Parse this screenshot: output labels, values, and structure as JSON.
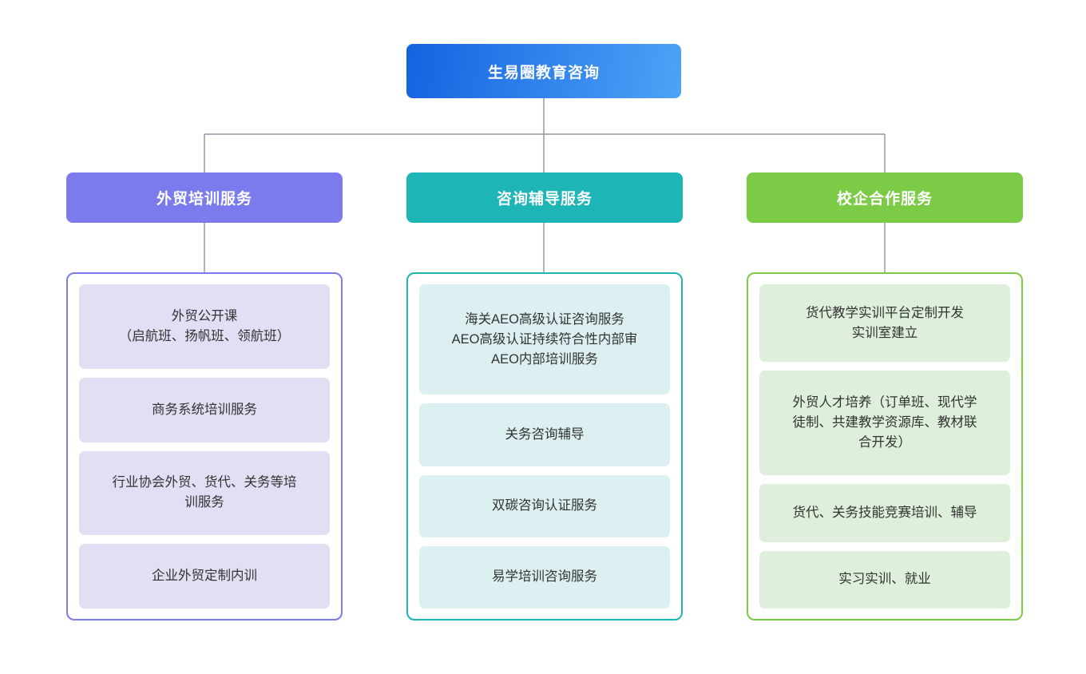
{
  "diagram": {
    "type": "organizational-tree",
    "background": "#ffffff",
    "connector_color": "#8a95a5",
    "root": {
      "label": "生易圈教育咨询",
      "gradient_from": "#1562E0",
      "gradient_to": "#4DA3F7",
      "text_color": "#ffffff"
    },
    "branches": [
      {
        "id": "waimao-peixun",
        "label": "外贸培训服务",
        "header_color": "#7B7BEE",
        "border_color": "#7B7BEE",
        "card_color": "#E2DEF4",
        "text_color": "#333333",
        "items": [
          "外贸公开课\n（启航班、扬帆班、领航班）",
          "商务系统培训服务",
          "行业协会外贸、货代、关务等培\n训服务",
          "企业外贸定制内训"
        ]
      },
      {
        "id": "zixun-fudao",
        "label": "咨询辅导服务",
        "header_color": "#1DB5B5",
        "border_color": "#1DB5B5",
        "card_color": "#DCF0F1",
        "text_color": "#333333",
        "items": [
          "海关AEO高级认证咨询服务\nAEO高级认证持续符合性内部审\nAEO内部培训服务",
          "关务咨询辅导",
          "双碳咨询认证服务",
          "易学培训咨询服务"
        ]
      },
      {
        "id": "xiaoqi-hezuo",
        "label": "校企合作服务",
        "header_color": "#7CCB47",
        "border_color": "#7CCB47",
        "card_color": "#DEEFDB",
        "text_color": "#333333",
        "items": [
          "货代教学实训平台定制开发\n实训室建立",
          "外贸人才培养（订单班、现代学\n徒制、共建教学资源库、教材联\n合开发）",
          "货代、关务技能竞赛培训、辅导",
          "实习实训、就业"
        ]
      }
    ]
  }
}
